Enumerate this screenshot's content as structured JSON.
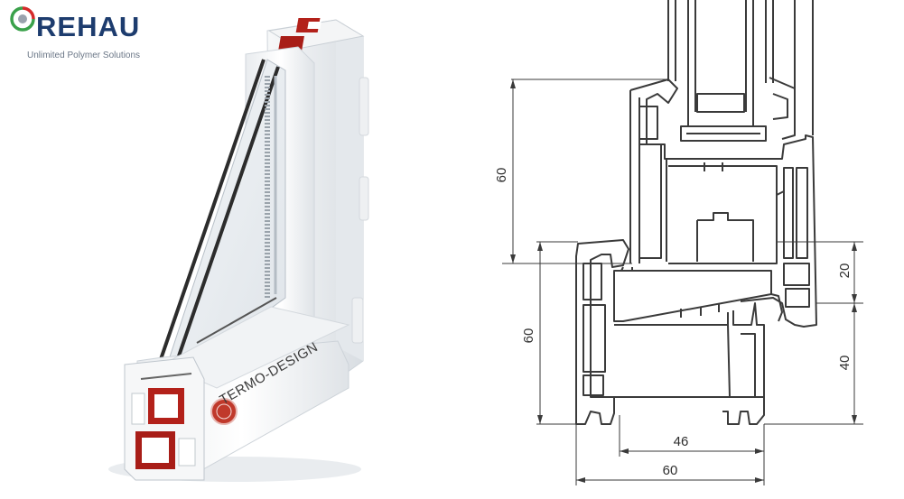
{
  "logo": {
    "brand": "REHAU",
    "tagline": "Unlimited Polymer Solutions"
  },
  "product": {
    "badge_text": "TERMO-DESIGN"
  },
  "dimensions": {
    "sash_height": "60",
    "frame_height": "60",
    "overlap": "20",
    "frame_lower": "40",
    "inner_width": "46",
    "overall_width": "60"
  },
  "colors": {
    "brand_blue": "#1d3c6e",
    "line": "#3a3a3a",
    "profile_red": "#b3211a"
  }
}
